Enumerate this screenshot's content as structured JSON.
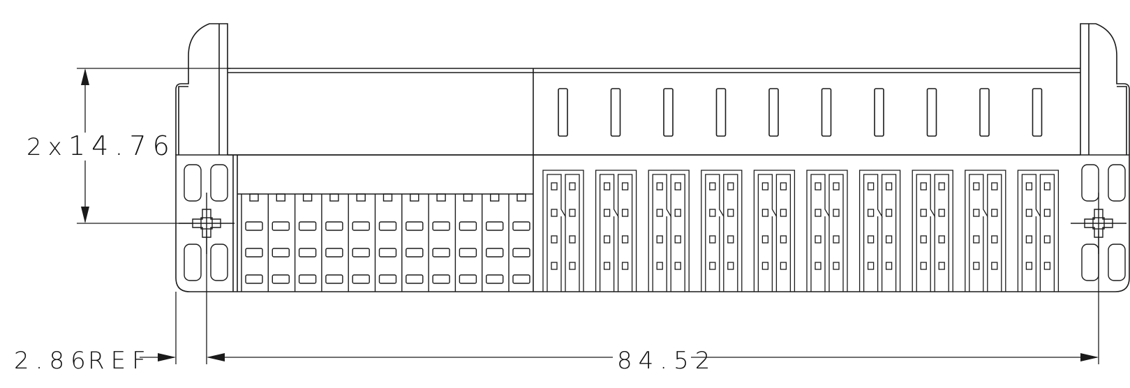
{
  "dimensions": {
    "height": {
      "count_prefix": "2x",
      "value": "14.76"
    },
    "offset": {
      "value": "2.86",
      "suffix": "REF"
    },
    "width": {
      "value": "84.52"
    }
  },
  "drawing_data": {
    "left_pins": {
      "columns": 11,
      "rows": 3
    },
    "right_contact_groups": 10,
    "top_slots": 10,
    "mounting_holes": 2
  },
  "colors": {
    "line": "#1a1a1a",
    "background": "#ffffff"
  }
}
